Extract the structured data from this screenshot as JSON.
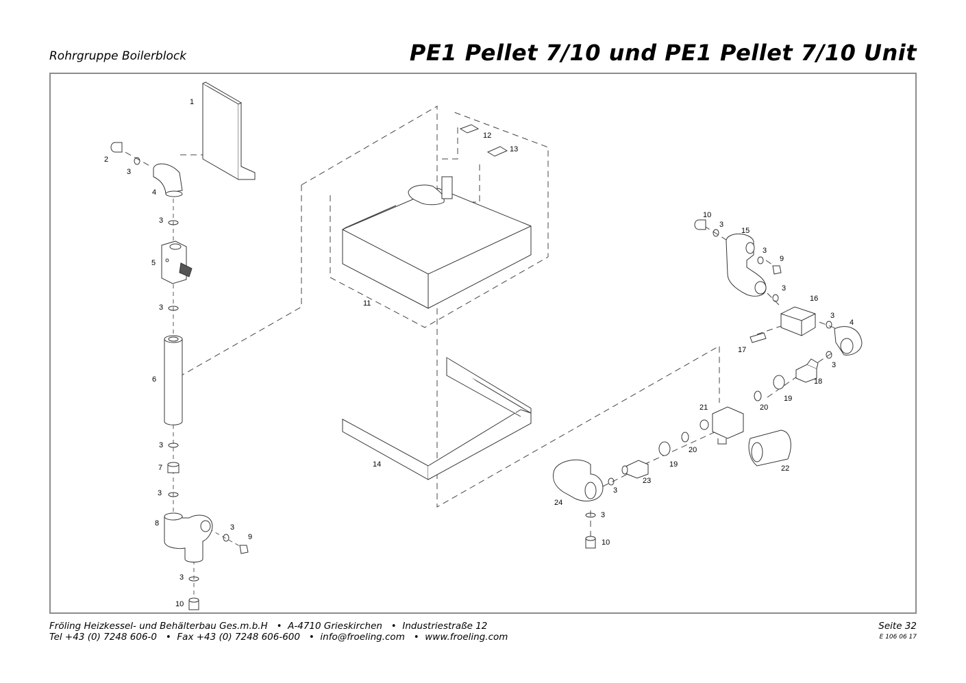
{
  "header": {
    "section_title": "Rohrgruppe Boilerblock",
    "product_title": "PE1 Pellet 7/10 und PE1 Pellet 7/10 Unit"
  },
  "footer": {
    "company_line": "Fröling Heizkessel- und Behälterbau Ges.m.b.H   •  A-4710 Grieskirchen   •  Industriestraße 12",
    "contact_line": "Tel +43 (0) 7248 606-0   •  Fax +43 (0) 7248 606-600   •  info@froeling.com   •  www.froeling.com",
    "page": "Seite 32",
    "doc_number": "E 106 06 17"
  },
  "part_labels": {
    "p1": "1",
    "p2": "2",
    "p3a": "3",
    "p4a": "4",
    "p3b": "3",
    "p5": "5",
    "p3c": "3",
    "p6": "6",
    "p3d": "3",
    "p7": "7",
    "p3e": "3",
    "p8": "8",
    "p3f": "3",
    "p9a": "9",
    "p3g": "3",
    "p10a": "10",
    "p11": "11",
    "p12": "12",
    "p13": "13",
    "p14": "14",
    "p10b": "10",
    "p3h": "3",
    "p15": "15",
    "p3i": "3",
    "p9b": "9",
    "p3j": "3",
    "p16": "16",
    "p3k": "3",
    "p4b": "4",
    "p17": "17",
    "p3l": "3",
    "p18": "18",
    "p19a": "19",
    "p20a": "20",
    "p21": "21",
    "p20b": "20",
    "p19b": "19",
    "p22": "22",
    "p23": "23",
    "p3m": "3",
    "p24": "24",
    "p3n": "3",
    "p10c": "10"
  }
}
